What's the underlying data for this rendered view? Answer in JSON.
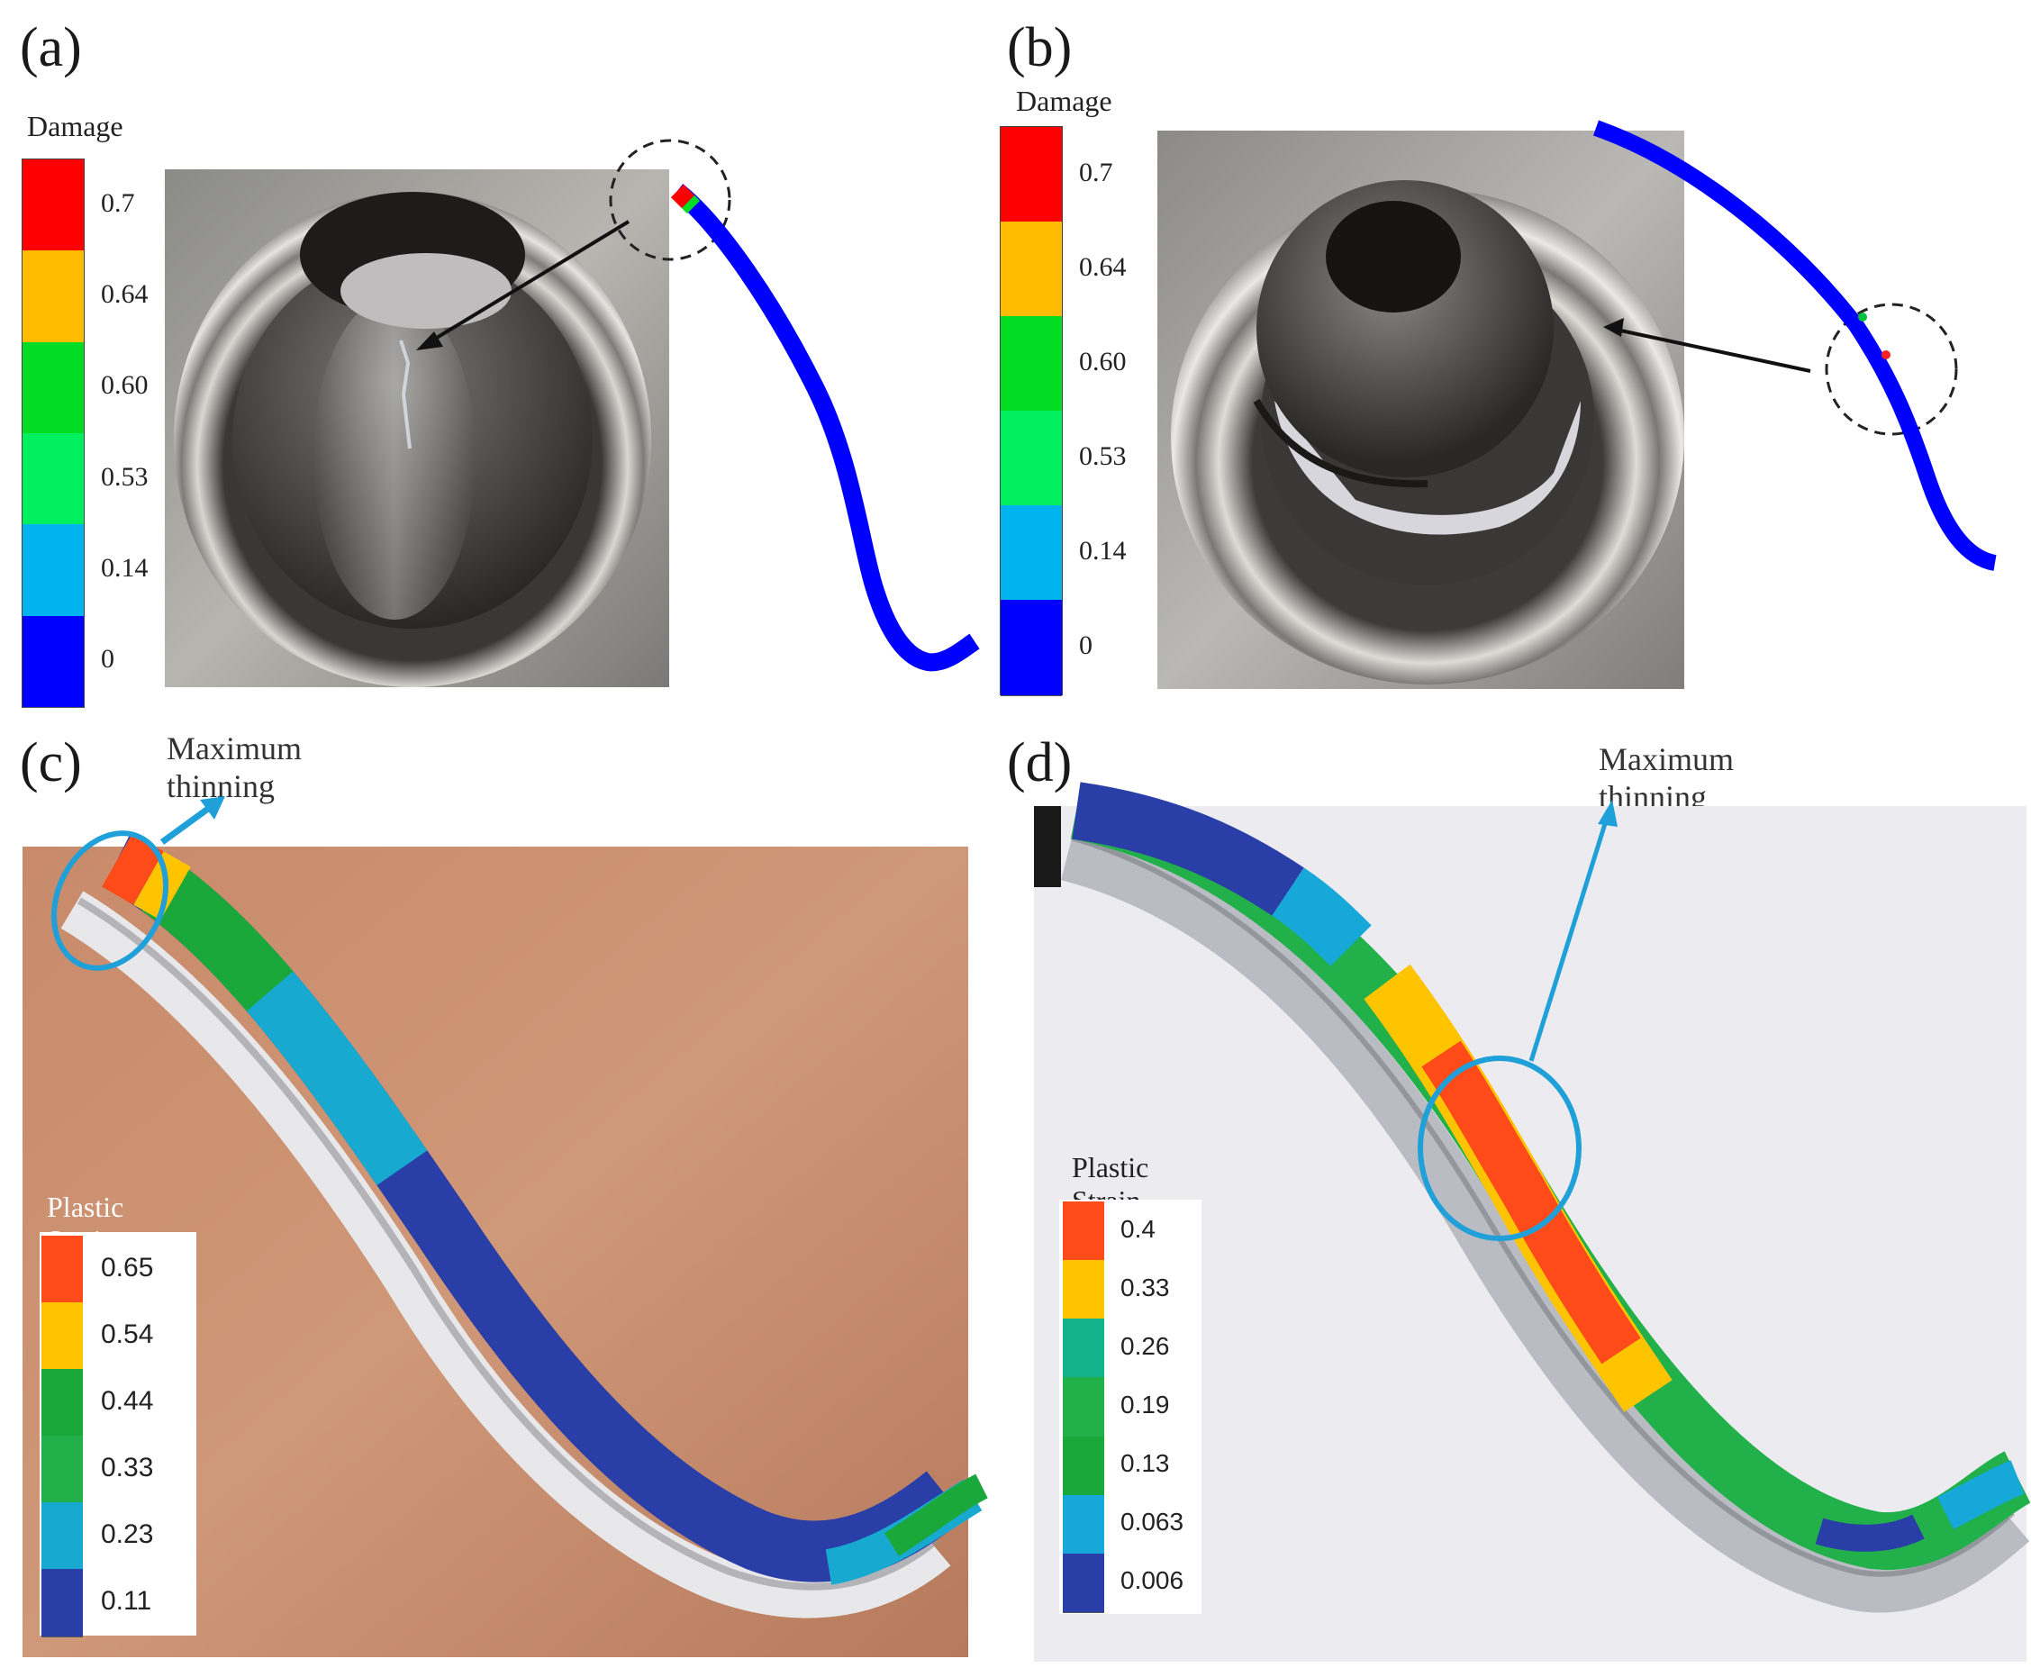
{
  "panels": {
    "a": {
      "label": "(a)",
      "legend_title": "Damage",
      "ticks": [
        "0.7",
        "0.64",
        "0.60",
        "0.53",
        "0.14",
        "0"
      ]
    },
    "b": {
      "label": "(b)",
      "legend_title": "Damage",
      "ticks": [
        "0.7",
        "0.64",
        "0.60",
        "0.53",
        "0.14",
        "0"
      ]
    },
    "c": {
      "label": "(c)",
      "callout": "Maximum thinning",
      "legend_title": "Plastic Strain",
      "ticks": [
        "0.65",
        "0.54",
        "0.44",
        "0.33",
        "0.23",
        "0.11"
      ]
    },
    "d": {
      "label": "(d)",
      "callout": "Maximum thinning",
      "legend_title": "Plastic Strain",
      "ticks": [
        "0.4",
        "0.33",
        "0.26",
        "0.19",
        "0.13",
        "0.063",
        "0.006"
      ]
    }
  },
  "colors": {
    "damage": [
      "#ff0000",
      "#ffbb00",
      "#00dd22",
      "#00f060",
      "#00b4f0",
      "#0000ff"
    ],
    "strain_c": [
      "#ff4a1a",
      "#ffc400",
      "#1aa83a",
      "#22b04a",
      "#17a9d0",
      "#2a3ea8"
    ],
    "strain_d": [
      "#ff4a1a",
      "#ffc400",
      "#12b38a",
      "#22b04a",
      "#1aa83a",
      "#16a8d8",
      "#2a3ea8"
    ],
    "accent": "#1fa0d8"
  }
}
